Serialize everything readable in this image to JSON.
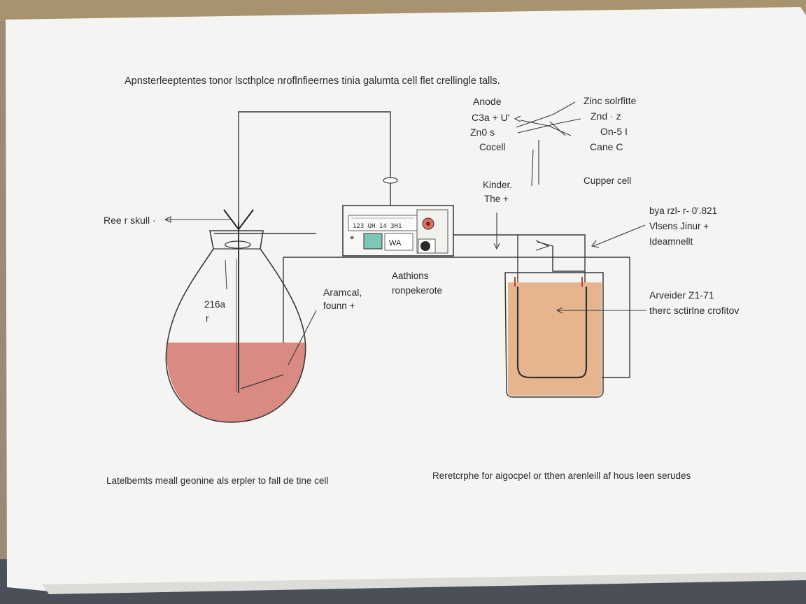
{
  "title": "Apnsterleeptentes tonor lscthplce nroflnfieernes tinia galumta cell flet crellingle talls.",
  "labels": {
    "anode": "Anode",
    "anode_line1": "C3a + U'",
    "anode_line2": "Zn0 s",
    "anode_line3": "Cocell",
    "zinc_title": "Zinc solrfitte",
    "zinc_line1": "Znd · z",
    "zinc_line2": "On-5 I",
    "zinc_line3": "Cane C",
    "kinder": "Kinder.",
    "the_plus": "The +",
    "copper_cell": "Cupper cell",
    "right_line1": "bya rzl- r- 0'.821",
    "right_line2": "Vlsens Jinur +",
    "right_line3": "Ideamnellt",
    "ree_rskull": "Ree r skull ·",
    "left_line1": "216a",
    "left_line2": "r",
    "aramcal": "Aramcal,",
    "fount": "founn +",
    "aathions": "Aathions",
    "ropekerote": "ronpekerote",
    "arveider": "Arveider Z1-71",
    "therc": "therc sctirlne crofitov",
    "meter_display": "123 UH 14 3H1",
    "meter_wa": "WA",
    "meter_star": "*"
  },
  "footer": {
    "left": "Latelbemts meall geonine als erpler to fall de tine cell",
    "right": "Reretcrphe for aigocpel or tthen arenleill af hous leen serudes"
  },
  "colors": {
    "paper": "#f4f4f2",
    "flask_solution": "#d98a82",
    "beaker_solution": "#e6b48e",
    "wire": "#3a3a3a",
    "meter_knob_red": "#e07060",
    "meter_screen": "#7dc6b8"
  }
}
